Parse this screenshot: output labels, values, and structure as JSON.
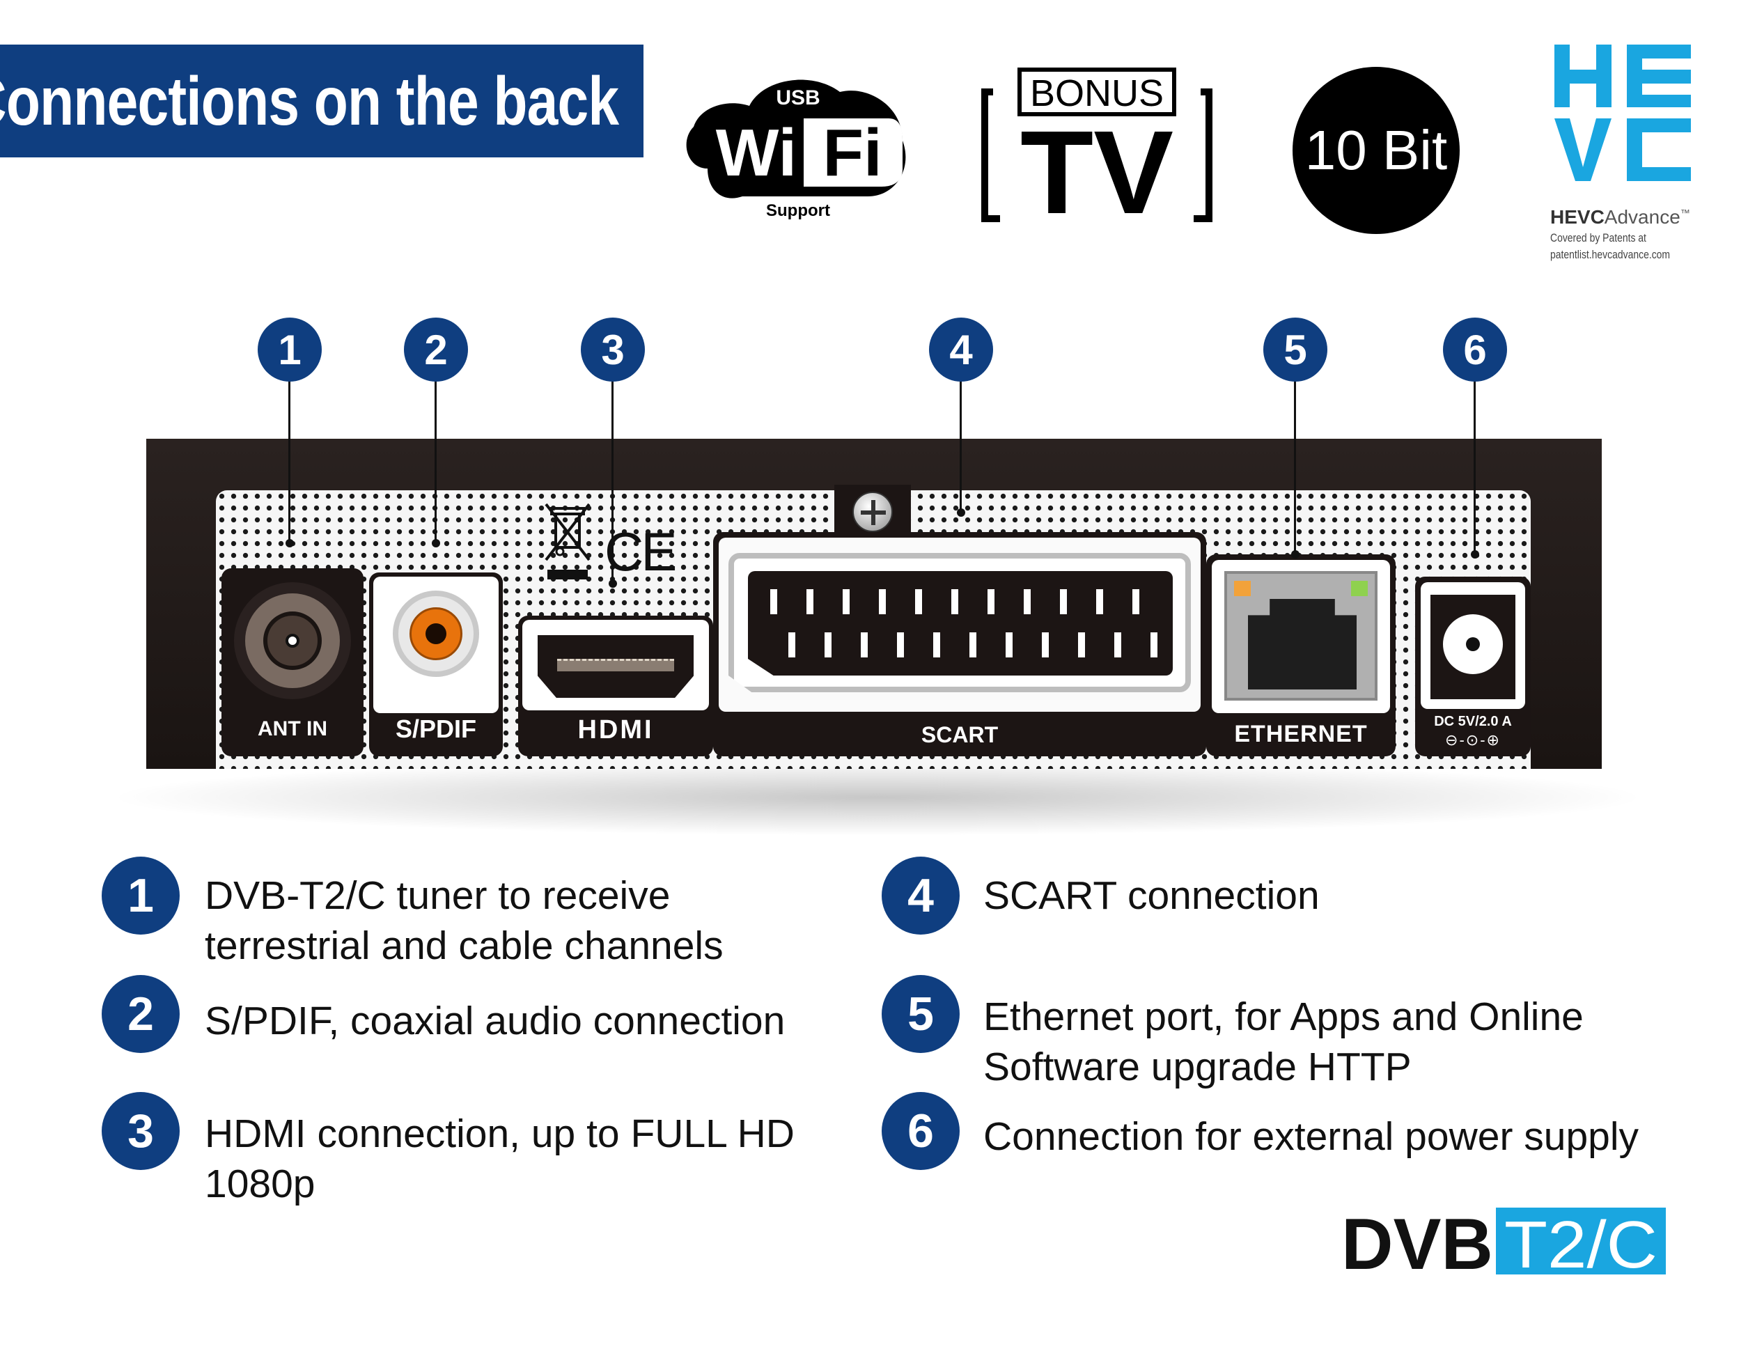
{
  "header": {
    "title": "Connections on the back"
  },
  "logos": {
    "wifi": {
      "top": "USB",
      "main_left": "Wi",
      "main_right": "Fi",
      "bottom": "Support"
    },
    "bonus_tv": {
      "top": "BONUS",
      "main": "TV"
    },
    "ten_bit": "10 Bit",
    "hevc": {
      "brand_bold": "HEVC",
      "brand_light": "Advance",
      "tm": "™",
      "note_line1": "Covered by Patents at",
      "note_line2": "patentlist.hevcadvance.com"
    },
    "dvb": {
      "left": "DVB",
      "right": "T2/C"
    }
  },
  "device": {
    "ports": [
      {
        "number": "1",
        "label": "ANT IN"
      },
      {
        "number": "2",
        "label": "S/PDIF"
      },
      {
        "number": "3",
        "label": "HDMI"
      },
      {
        "number": "4",
        "label": "SCART"
      },
      {
        "number": "5",
        "label": "ETHERNET"
      },
      {
        "number": "6",
        "label": "DC 5V/2.0 A"
      }
    ]
  },
  "descriptions": [
    {
      "number": "1",
      "line1": "DVB-T2/C tuner to receive",
      "line2": "terrestrial and cable channels"
    },
    {
      "number": "2",
      "line1": "S/PDIF, coaxial audio connection",
      "line2": ""
    },
    {
      "number": "3",
      "line1": "HDMI connection, up to FULL HD",
      "line2": "1080p"
    },
    {
      "number": "4",
      "line1": "SCART connection",
      "line2": ""
    },
    {
      "number": "5",
      "line1": "Ethernet port, for Apps and Online",
      "line2": "Software upgrade HTTP"
    },
    {
      "number": "6",
      "line1": "Connection for external power supply",
      "line2": ""
    }
  ],
  "colors": {
    "brand_blue": "#0f3e80",
    "hevc_cyan": "#1aa6e0",
    "dvb_cyan": "#1aa6e0",
    "spdif_orange": "#e8730c",
    "ethernet_led_orange": "#f2a23a",
    "ethernet_led_green": "#8fd14f"
  }
}
